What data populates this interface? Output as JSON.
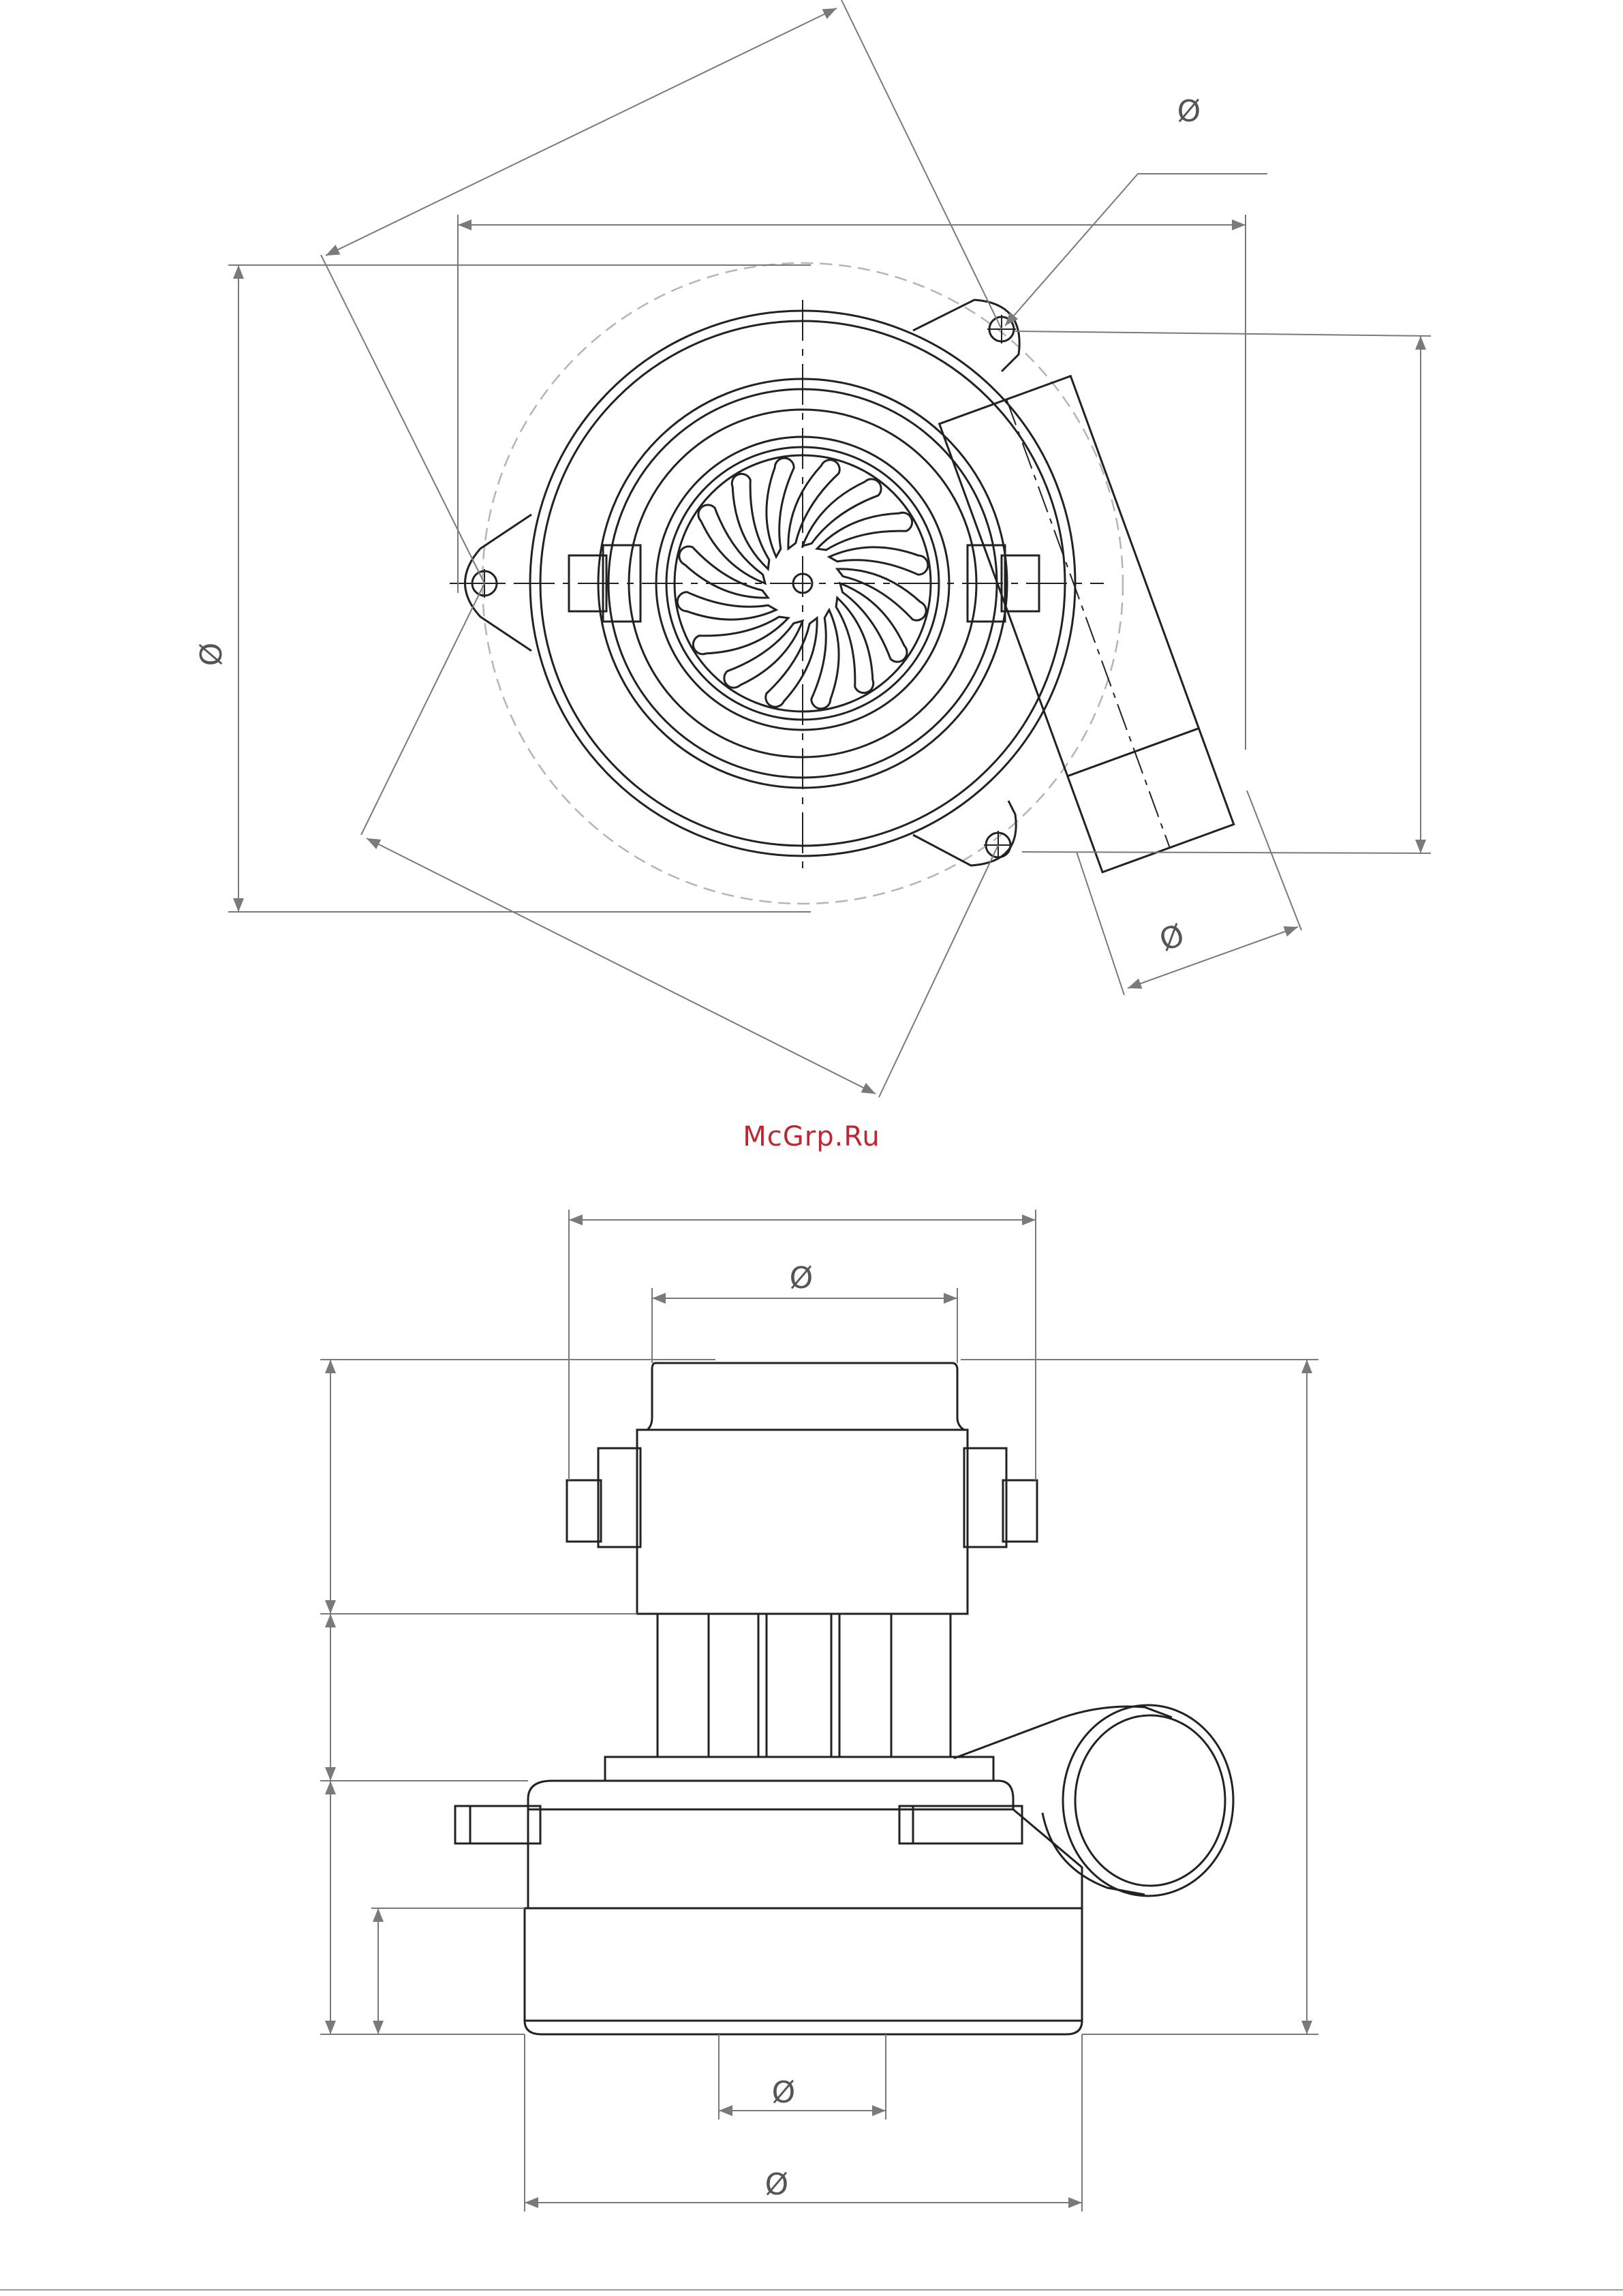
{
  "watermark": {
    "text": "McGrp.Ru",
    "color": "#c0262f"
  },
  "colors": {
    "line": "#222222",
    "dimension": "#7a7a7a",
    "hidden": "#b5b5b5"
  },
  "dimensions": {
    "diameter_symbol": "Ø",
    "top_view_labels": [
      "Ø",
      "Ø",
      "Ø"
    ],
    "side_view_labels": [
      "Ø",
      "Ø",
      "Ø"
    ]
  }
}
